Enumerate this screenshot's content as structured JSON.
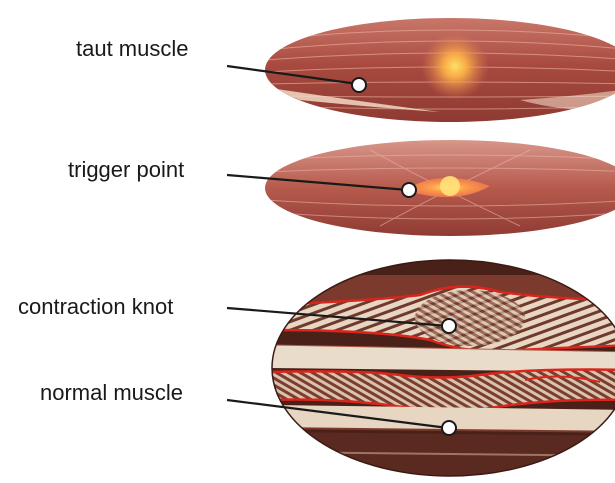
{
  "labels": {
    "taut_muscle": "taut muscle",
    "trigger_point": "trigger point",
    "contraction_knot": "contraction knot",
    "normal_muscle": "normal muscle"
  },
  "colors": {
    "muscle_dark": "#9a3b33",
    "muscle_mid": "#c46a5c",
    "muscle_light": "#e3b3a4",
    "tendon_light": "#f3e2cf",
    "glow": "#ffd24a",
    "fiber_red": "#d9261c",
    "fiber_dark": "#5c2a22",
    "fiber_light": "#efe2d2",
    "leader": "#1a1a1a"
  }
}
